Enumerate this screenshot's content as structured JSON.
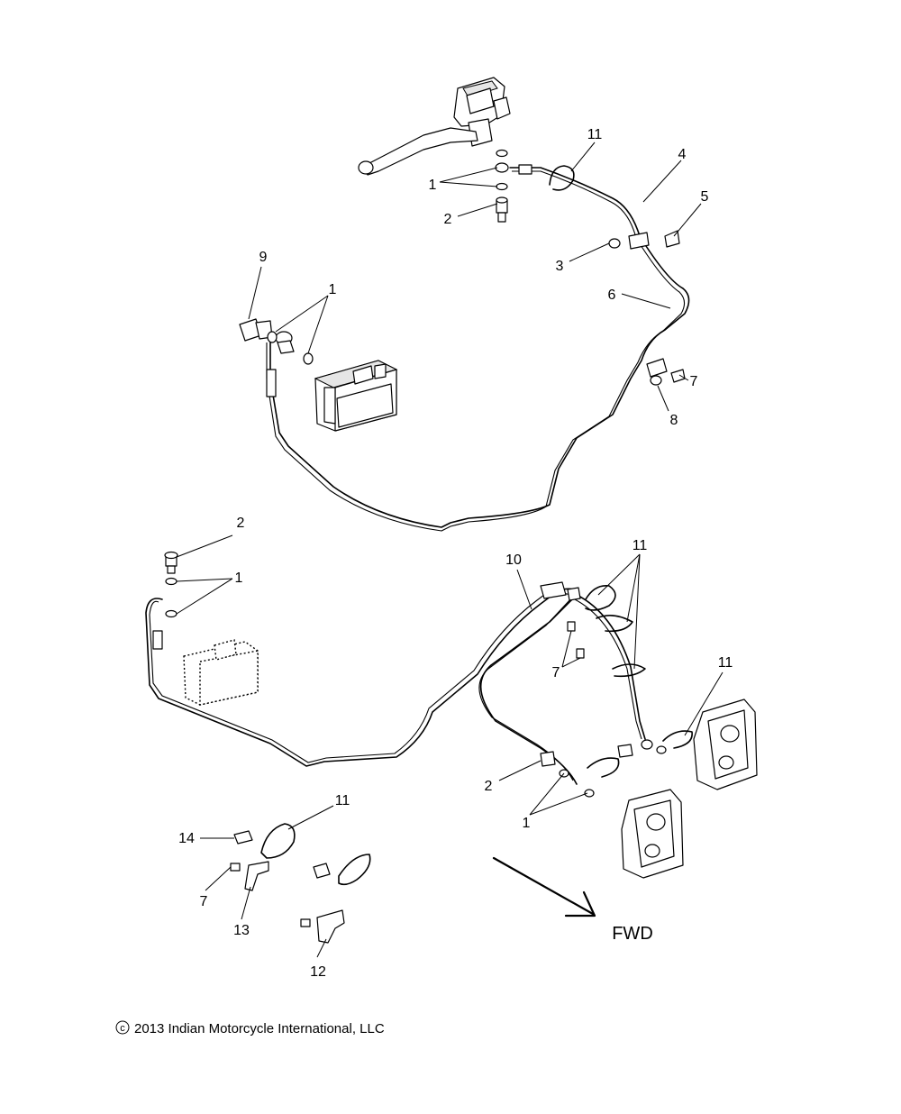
{
  "callouts": {
    "top": [
      {
        "id": "t11",
        "text": "11"
      },
      {
        "id": "t4",
        "text": "4"
      },
      {
        "id": "t5",
        "text": "5"
      },
      {
        "id": "t1",
        "text": "1"
      },
      {
        "id": "t2",
        "text": "2"
      },
      {
        "id": "t3",
        "text": "3"
      },
      {
        "id": "t6",
        "text": "6"
      },
      {
        "id": "t9",
        "text": "9"
      },
      {
        "id": "t1b",
        "text": "1"
      },
      {
        "id": "t7",
        "text": "7"
      },
      {
        "id": "t8",
        "text": "8"
      }
    ],
    "bottom": [
      {
        "id": "b2",
        "text": "2"
      },
      {
        "id": "b1",
        "text": "1"
      },
      {
        "id": "b10",
        "text": "10"
      },
      {
        "id": "b11",
        "text": "11"
      },
      {
        "id": "b7",
        "text": "7"
      },
      {
        "id": "b11b",
        "text": "11"
      },
      {
        "id": "b2b",
        "text": "2"
      },
      {
        "id": "b1b",
        "text": "1"
      },
      {
        "id": "b11c",
        "text": "11"
      },
      {
        "id": "b14",
        "text": "14"
      },
      {
        "id": "b7b",
        "text": "7"
      },
      {
        "id": "b13",
        "text": "13"
      },
      {
        "id": "b12",
        "text": "12"
      }
    ]
  },
  "fwd_label": "FWD",
  "copyright": "2013 Indian Motorcycle International, LLC",
  "copyright_symbol": "c"
}
